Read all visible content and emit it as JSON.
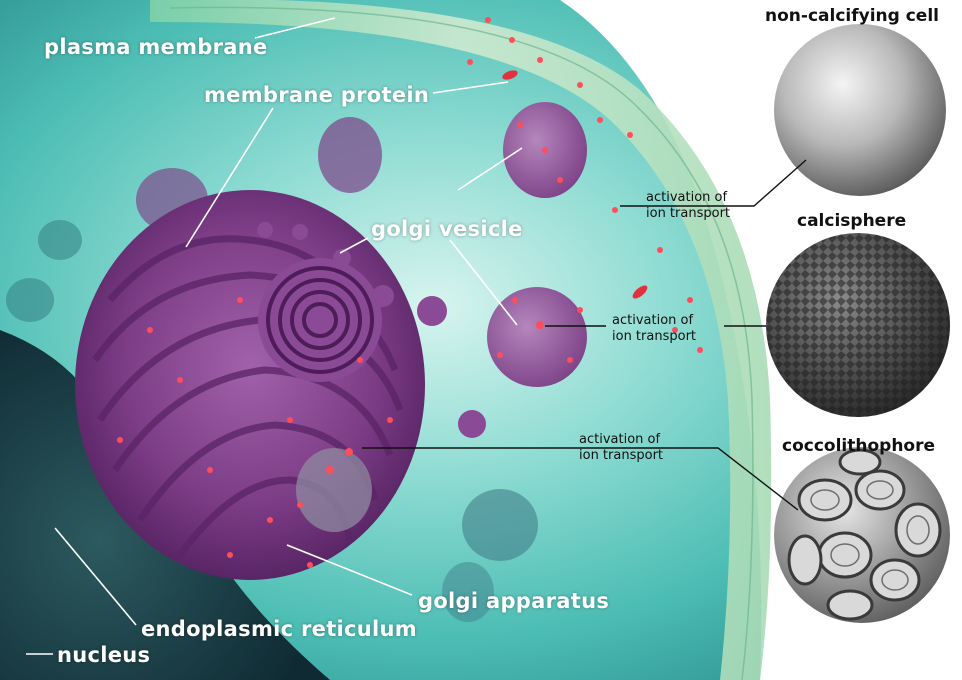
{
  "labels": {
    "plasma_membrane": "plasma membrane",
    "membrane_protein": "membrane protein",
    "golgi_vesicle": "golgi vesicle",
    "golgi_apparatus": "golgi apparatus",
    "endoplasmic_reticulum": "endoplasmic reticulum",
    "nucleus": "nucleus"
  },
  "activation": [
    {
      "line1": "activation of",
      "line2": "ion transport"
    },
    {
      "line1": "activation of",
      "line2": "ion transport"
    },
    {
      "line1": "activation of",
      "line2": "ion transport"
    }
  ],
  "cells": {
    "non_calcifying": "non-calcifying cell",
    "calcisphere": "calcisphere",
    "coccolithophore": "coccolithophore"
  },
  "colors": {
    "cytoplasm": "#3fbfb5",
    "membrane": "#a9d9a0",
    "golgi": "#7a3f84",
    "nucleus": "#1c3f45",
    "protein": "#ff4d5a"
  }
}
